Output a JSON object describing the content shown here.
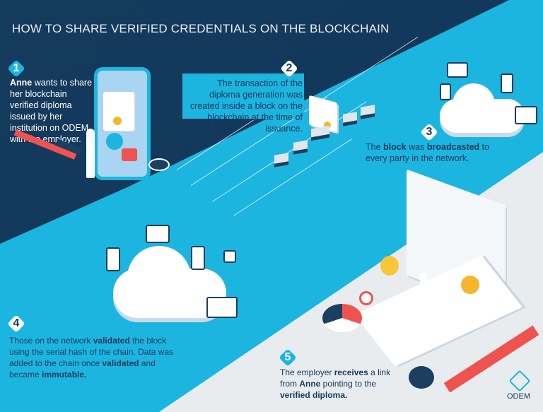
{
  "title": "HOW TO SHARE VERIFIED CREDENTIALS ON THE BLOCKCHAIN",
  "steps": [
    {
      "number": "1",
      "segments": [
        {
          "text": "Anne",
          "bold": true
        },
        {
          "text": " wants to share her blockchain verified diploma issued by her institution on ODEM with the employer.",
          "bold": false
        }
      ]
    },
    {
      "number": "2",
      "text": "The transaction of the diploma generation was created inside a block on the blockchain at the time of issuance."
    },
    {
      "number": "3",
      "segments": [
        {
          "text": "The ",
          "bold": false
        },
        {
          "text": "block",
          "bold": true
        },
        {
          "text": " was ",
          "bold": false
        },
        {
          "text": "broadcasted",
          "bold": true
        },
        {
          "text": " to every party in the network.",
          "bold": false
        }
      ]
    },
    {
      "number": "4",
      "segments": [
        {
          "text": "Those on the network ",
          "bold": false
        },
        {
          "text": "validated",
          "bold": true
        },
        {
          "text": " the block using the serial hash of the chain. Data was added to the chain once ",
          "bold": false
        },
        {
          "text": "validated",
          "bold": true
        },
        {
          "text": " and became ",
          "bold": false
        },
        {
          "text": "immutable.",
          "bold": true
        }
      ]
    },
    {
      "number": "5",
      "segments": [
        {
          "text": "The employer ",
          "bold": false
        },
        {
          "text": "receives",
          "bold": true
        },
        {
          "text": " a link from ",
          "bold": false
        },
        {
          "text": "Anne",
          "bold": true
        },
        {
          "text": " pointing to the ",
          "bold": false
        },
        {
          "text": "verified diploma.",
          "bold": true
        }
      ]
    }
  ],
  "logo": {
    "text": "ODEM"
  },
  "colors": {
    "navy": "#143a5c",
    "cyan": "#1cb5e0",
    "light_gray": "#e9ecee",
    "red": "#ef5350",
    "gold": "#f5b52c"
  }
}
